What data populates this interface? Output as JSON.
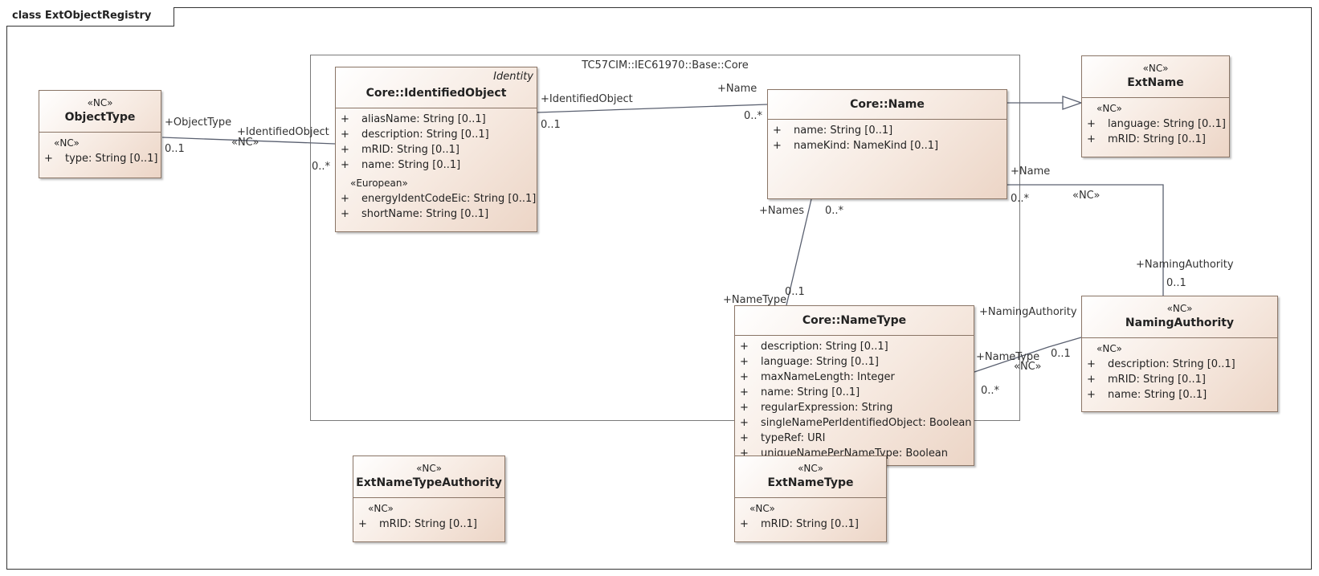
{
  "diagram": {
    "frame_title": "class ExtObjectRegistry",
    "package_label": "TC57CIM::IEC61970::Base::Core"
  },
  "classes": {
    "object_type": {
      "stereotype": "«NC»",
      "name": "ObjectType",
      "groups": [
        {
          "stereotype": "«NC»",
          "attributes": [
            {
              "vis": "+",
              "text": "type: String [0..1]"
            }
          ]
        }
      ]
    },
    "identified_object": {
      "tag": "Identity",
      "name": "Core::IdentifiedObject",
      "groups": [
        {
          "attributes": [
            {
              "vis": "+",
              "text": "aliasName: String [0..1]"
            },
            {
              "vis": "+",
              "text": "description: String [0..1]"
            },
            {
              "vis": "+",
              "text": "mRID: String [0..1]"
            },
            {
              "vis": "+",
              "text": "name: String [0..1]"
            }
          ]
        },
        {
          "stereotype": "«European»",
          "attributes": [
            {
              "vis": "+",
              "text": "energyIdentCodeEic: String [0..1]"
            },
            {
              "vis": "+",
              "text": "shortName: String [0..1]"
            }
          ]
        }
      ]
    },
    "core_name": {
      "name": "Core::Name",
      "groups": [
        {
          "attributes": [
            {
              "vis": "+",
              "text": "name: String [0..1]"
            },
            {
              "vis": "+",
              "text": "nameKind: NameKind [0..1]"
            }
          ]
        }
      ]
    },
    "ext_name": {
      "stereotype": "«NC»",
      "name": "ExtName",
      "groups": [
        {
          "stereotype": "«NC»",
          "attributes": [
            {
              "vis": "+",
              "text": "language: String [0..1]"
            },
            {
              "vis": "+",
              "text": "mRID: String [0..1]"
            }
          ]
        }
      ]
    },
    "name_type": {
      "name": "Core::NameType",
      "groups": [
        {
          "attributes": [
            {
              "vis": "+",
              "text": "description: String [0..1]"
            },
            {
              "vis": "+",
              "text": "language: String [0..1]"
            },
            {
              "vis": "+",
              "text": "maxNameLength: Integer"
            },
            {
              "vis": "+",
              "text": "name: String [0..1]"
            },
            {
              "vis": "+",
              "text": "regularExpression: String"
            },
            {
              "vis": "+",
              "text": "singleNamePerIdentifiedObject: Boolean"
            },
            {
              "vis": "+",
              "text": "typeRef: URI"
            },
            {
              "vis": "+",
              "text": "uniqueNamePerNameType: Boolean"
            }
          ]
        }
      ]
    },
    "naming_authority": {
      "stereotype": "«NC»",
      "name": "NamingAuthority",
      "groups": [
        {
          "stereotype": "«NC»",
          "attributes": [
            {
              "vis": "+",
              "text": "description: String [0..1]"
            },
            {
              "vis": "+",
              "text": "mRID: String [0..1]"
            },
            {
              "vis": "+",
              "text": "name: String [0..1]"
            }
          ]
        }
      ]
    },
    "ext_name_type_authority": {
      "stereotype": "«NC»",
      "name": "ExtNameTypeAuthority",
      "groups": [
        {
          "stereotype": "«NC»",
          "attributes": [
            {
              "vis": "+",
              "text": "mRID: String [0..1]"
            }
          ]
        }
      ]
    },
    "ext_name_type": {
      "stereotype": "«NC»",
      "name": "ExtNameType",
      "groups": [
        {
          "stereotype": "«NC»",
          "attributes": [
            {
              "vis": "+",
              "text": "mRID: String [0..1]"
            }
          ]
        }
      ]
    }
  },
  "labels": {
    "objecttype_role": "+ObjectType",
    "objecttype_mult": "0..1",
    "io_role_left": "+IdentifiedObject",
    "io_assoc_nc": "«NC»",
    "io_mult_left": "0..*",
    "io_role_right": "+IdentifiedObject",
    "io_mult_right": "0..1",
    "name_role_top": "+Name",
    "name_mult_top": "0..*",
    "names_role": "+Names",
    "names_mult": "0..*",
    "nametype_role": "+NameType",
    "nametype_mult": "0..1",
    "name_role_right": "+Name",
    "name_mult_right": "0..*",
    "name_na_nc": "«NC»",
    "na_role_top": "+NamingAuthority",
    "na_mult_top": "0..1",
    "na_role_left": "+NamingAuthority",
    "na_mult_left": "0..1",
    "nt_role_right": "+NameType",
    "nt_na_nc": "«NC»",
    "nt_mult_right": "0..*"
  }
}
